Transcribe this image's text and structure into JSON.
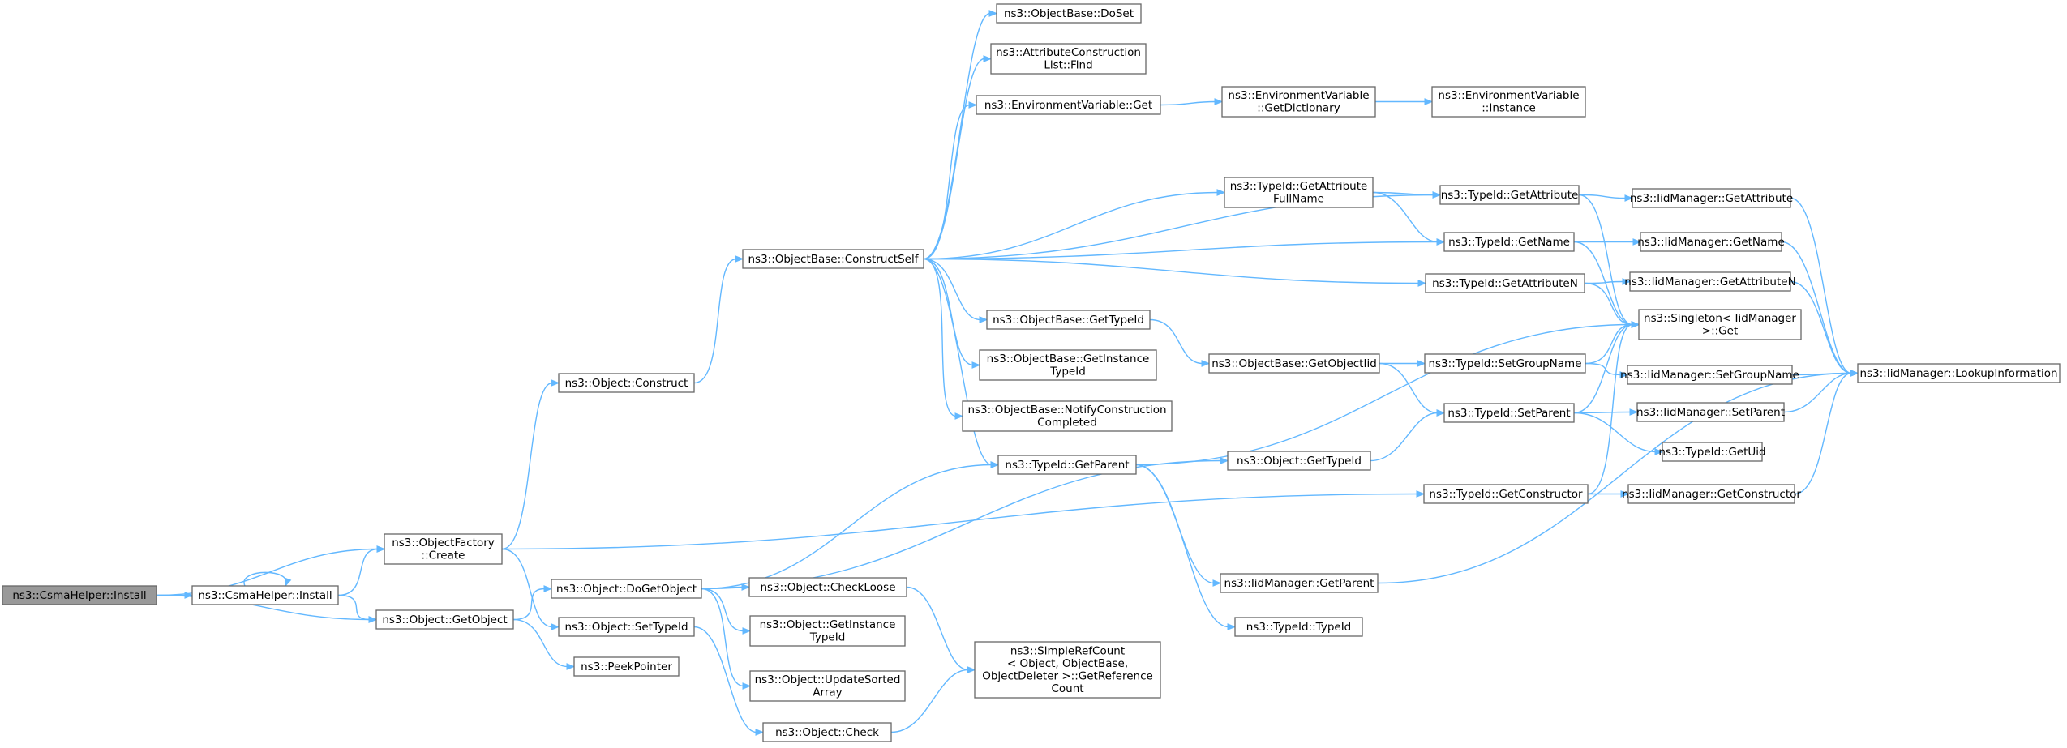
{
  "diagram": {
    "nodes": [
      {
        "id": "csma_install_root",
        "lines": [
          "ns3::CsmaHelper::Install"
        ]
      },
      {
        "id": "csma_install",
        "lines": [
          "ns3::CsmaHelper::Install"
        ]
      },
      {
        "id": "objectfactory_create",
        "lines": [
          "ns3::ObjectFactory",
          "::Create"
        ]
      },
      {
        "id": "object_getobject",
        "lines": [
          "ns3::Object::GetObject"
        ]
      },
      {
        "id": "object_construct",
        "lines": [
          "ns3::Object::Construct"
        ]
      },
      {
        "id": "object_settypeid",
        "lines": [
          "ns3::Object::SetTypeId"
        ]
      },
      {
        "id": "object_dogetobject",
        "lines": [
          "ns3::Object::DoGetObject"
        ]
      },
      {
        "id": "peekpointer",
        "lines": [
          "ns3::PeekPointer"
        ]
      },
      {
        "id": "objectbase_constructself",
        "lines": [
          "ns3::ObjectBase::ConstructSelf"
        ]
      },
      {
        "id": "objectbase_doset",
        "lines": [
          "ns3::ObjectBase::DoSet"
        ]
      },
      {
        "id": "attrconstr_find",
        "lines": [
          "ns3::AttributeConstruction",
          "List::Find"
        ]
      },
      {
        "id": "envvar_get",
        "lines": [
          "ns3::EnvironmentVariable::Get"
        ]
      },
      {
        "id": "envvar_getdictionary",
        "lines": [
          "ns3::EnvironmentVariable",
          "::GetDictionary"
        ]
      },
      {
        "id": "envvar_instance",
        "lines": [
          "ns3::EnvironmentVariable",
          "::Instance"
        ]
      },
      {
        "id": "typeid_getattributefullname",
        "lines": [
          "ns3::TypeId::GetAttribute",
          "FullName"
        ]
      },
      {
        "id": "typeid_getattribute",
        "lines": [
          "ns3::TypeId::GetAttribute"
        ]
      },
      {
        "id": "iidmanager_getattribute",
        "lines": [
          "ns3::IidManager::GetAttribute"
        ]
      },
      {
        "id": "typeid_getname",
        "lines": [
          "ns3::TypeId::GetName"
        ]
      },
      {
        "id": "iidmanager_getname",
        "lines": [
          "ns3::IidManager::GetName"
        ]
      },
      {
        "id": "typeid_getattributen",
        "lines": [
          "ns3::TypeId::GetAttributeN"
        ]
      },
      {
        "id": "iidmanager_getattributen",
        "lines": [
          "ns3::IidManager::GetAttributeN"
        ]
      },
      {
        "id": "objectbase_gettypeid",
        "lines": [
          "ns3::ObjectBase::GetTypeId"
        ]
      },
      {
        "id": "singleton_get",
        "lines": [
          "ns3::Singleton< IidManager",
          " >::Get"
        ]
      },
      {
        "id": "objectbase_getinstancetypeid",
        "lines": [
          "ns3::ObjectBase::GetInstance",
          "TypeId"
        ]
      },
      {
        "id": "objectbase_getobjectiid",
        "lines": [
          "ns3::ObjectBase::GetObjectIid"
        ]
      },
      {
        "id": "typeid_setgroupname",
        "lines": [
          "ns3::TypeId::SetGroupName"
        ]
      },
      {
        "id": "iidmanager_setgroupname",
        "lines": [
          "ns3::IidManager::SetGroupName"
        ]
      },
      {
        "id": "iidmanager_lookupinformation",
        "lines": [
          "ns3::IidManager::LookupInformation"
        ]
      },
      {
        "id": "objectbase_notifyconstruction",
        "lines": [
          "ns3::ObjectBase::NotifyConstruction",
          "Completed"
        ]
      },
      {
        "id": "typeid_setparent",
        "lines": [
          "ns3::TypeId::SetParent"
        ]
      },
      {
        "id": "iidmanager_setparent",
        "lines": [
          "ns3::IidManager::SetParent"
        ]
      },
      {
        "id": "typeid_getuid",
        "lines": [
          "ns3::TypeId::GetUid"
        ]
      },
      {
        "id": "typeid_getparent",
        "lines": [
          "ns3::TypeId::GetParent"
        ]
      },
      {
        "id": "object_gettypeid",
        "lines": [
          "ns3::Object::GetTypeId"
        ]
      },
      {
        "id": "typeid_getconstructor",
        "lines": [
          "ns3::TypeId::GetConstructor"
        ]
      },
      {
        "id": "iidmanager_getconstructor",
        "lines": [
          "ns3::IidManager::GetConstructor"
        ]
      },
      {
        "id": "object_checkloose",
        "lines": [
          "ns3::Object::CheckLoose"
        ]
      },
      {
        "id": "object_getinstancetypeid",
        "lines": [
          "ns3::Object::GetInstance",
          "TypeId"
        ]
      },
      {
        "id": "iidmanager_getparent",
        "lines": [
          "ns3::IidManager::GetParent"
        ]
      },
      {
        "id": "simplerefcount_getreferencecount",
        "lines": [
          "ns3::SimpleRefCount",
          "< Object, ObjectBase,",
          " ObjectDeleter >::GetReference",
          "Count"
        ]
      },
      {
        "id": "typeid_typeid",
        "lines": [
          "ns3::TypeId::TypeId"
        ]
      },
      {
        "id": "object_updatesortedarray",
        "lines": [
          "ns3::Object::UpdateSorted",
          "Array"
        ]
      },
      {
        "id": "object_check",
        "lines": [
          "ns3::Object::Check"
        ]
      }
    ]
  }
}
